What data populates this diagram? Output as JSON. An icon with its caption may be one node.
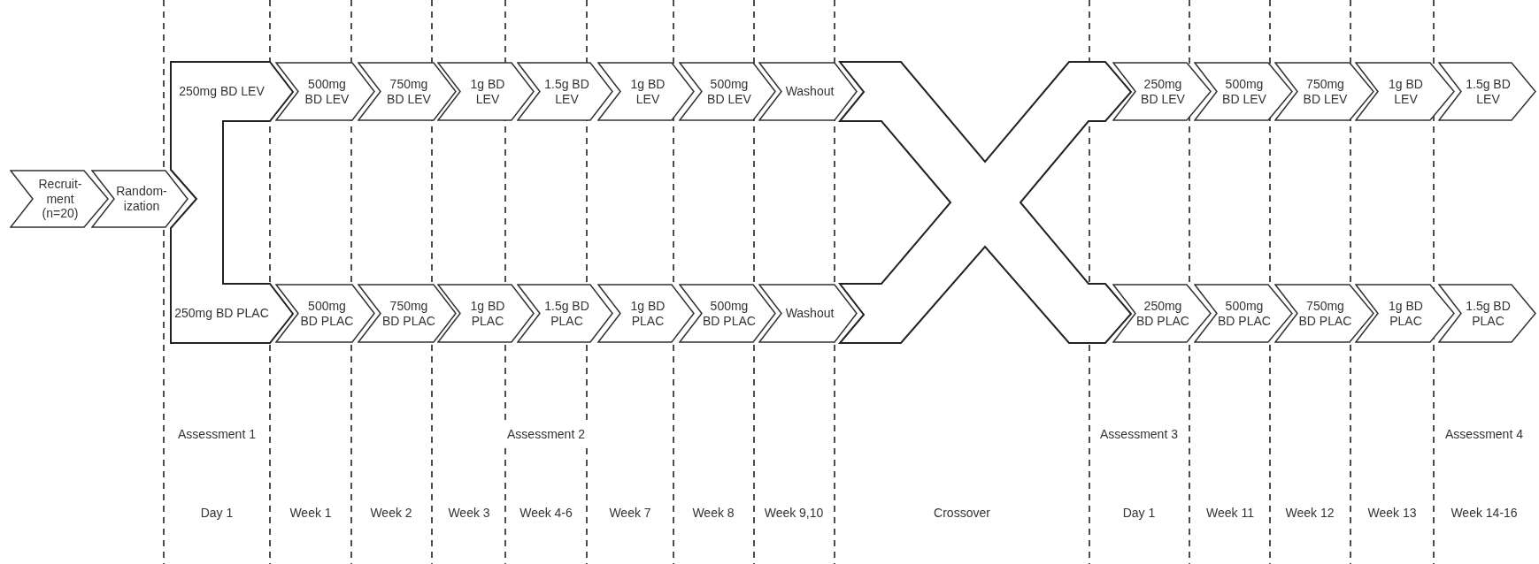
{
  "diagram": {
    "nodes": [
      {
        "text": [
          "Recruit- ment (n=20)"
        ]
      },
      {
        "text": [
          "Random- ization"
        ]
      },
      {
        "text": [
          "250mg BD LEV",
          "250mg BD PLAC"
        ]
      },
      {
        "text": [
          "500mg BD LEV"
        ]
      },
      {
        "text": [
          "750mg BD LEV"
        ]
      },
      {
        "text": [
          "1g BD LEV"
        ]
      },
      {
        "text": [
          "1.5g BD LEV"
        ]
      },
      {
        "text": [
          "1g BD LEV"
        ]
      },
      {
        "text": [
          "500mg BD LEV"
        ]
      },
      {
        "text": [
          "Washout"
        ]
      },
      {
        "text": [
          "500mg BD PLAC"
        ]
      },
      {
        "text": [
          "750mg BD PLAC"
        ]
      },
      {
        "text": [
          "1g BD PLAC"
        ]
      },
      {
        "text": [
          "1.5g BD PLAC"
        ]
      },
      {
        "text": [
          "1g BD PLAC"
        ]
      },
      {
        "text": [
          "500mg BD PLAC"
        ]
      },
      {
        "text": [
          "Washout"
        ]
      },
      {
        "text": [],
        "shape": "cross"
      },
      {
        "text": [
          "250mg BD LEV"
        ]
      },
      {
        "text": [
          "500mg BD LEV"
        ]
      },
      {
        "text": [
          "750mg BD LEV"
        ]
      },
      {
        "text": [
          "1g BD LEV"
        ]
      },
      {
        "text": [
          "1.5g BD LEV"
        ]
      },
      {
        "text": [
          "250mg BD PLAC"
        ]
      },
      {
        "text": [
          "500mg BD PLAC"
        ]
      },
      {
        "text": [
          "750mg BD PLAC"
        ]
      },
      {
        "text": [
          "1g BD PLAC"
        ]
      },
      {
        "text": [
          "1.5g BD PLAC"
        ]
      }
    ],
    "labels": [
      "Assessment 1",
      "Assessment 2",
      "Assessment 3",
      "Assessment 4",
      "Day 1",
      "Week 1",
      "Week 2",
      "Week 3",
      "Week 4-6",
      "Week 7",
      "Week 8",
      "Week 9,10",
      "Crossover",
      "Day 1",
      "Week 11",
      "Week 12",
      "Week 13",
      "Week 14-16"
    ]
  }
}
